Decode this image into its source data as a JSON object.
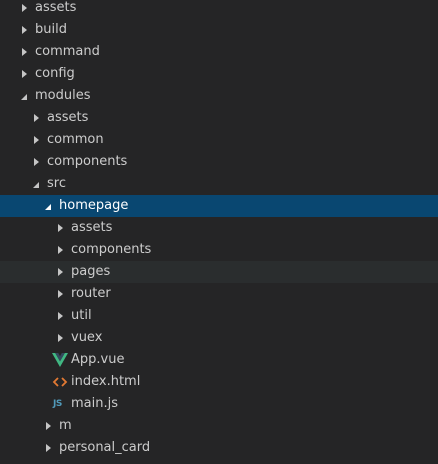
{
  "explorer": {
    "items": [
      {
        "label": "assets",
        "state": "collapsed"
      },
      {
        "label": "build",
        "state": "collapsed"
      },
      {
        "label": "command",
        "state": "collapsed"
      },
      {
        "label": "config",
        "state": "collapsed"
      },
      {
        "label": "modules",
        "state": "expanded"
      },
      {
        "label": "assets",
        "state": "collapsed"
      },
      {
        "label": "common",
        "state": "collapsed"
      },
      {
        "label": "components",
        "state": "collapsed"
      },
      {
        "label": "src",
        "state": "expanded"
      },
      {
        "label": "homepage",
        "state": "expanded",
        "selected": true
      },
      {
        "label": "assets",
        "state": "collapsed"
      },
      {
        "label": "components",
        "state": "collapsed"
      },
      {
        "label": "pages",
        "state": "collapsed",
        "hovered": true
      },
      {
        "label": "router",
        "state": "collapsed"
      },
      {
        "label": "util",
        "state": "collapsed"
      },
      {
        "label": "vuex",
        "state": "collapsed"
      },
      {
        "label": "App.vue",
        "type": "file",
        "icon": "vue-icon"
      },
      {
        "label": "index.html",
        "type": "file",
        "icon": "html-icon"
      },
      {
        "label": "main.js",
        "type": "file",
        "icon": "js-icon",
        "icon_text": "JS"
      },
      {
        "label": "m",
        "state": "collapsed"
      },
      {
        "label": "personal_card",
        "state": "collapsed"
      }
    ]
  },
  "colors": {
    "background": "#252526",
    "selected": "#094771",
    "hover": "#2a2d2e",
    "vue": "#41b883",
    "html": "#e37933",
    "js": "#519aba"
  }
}
